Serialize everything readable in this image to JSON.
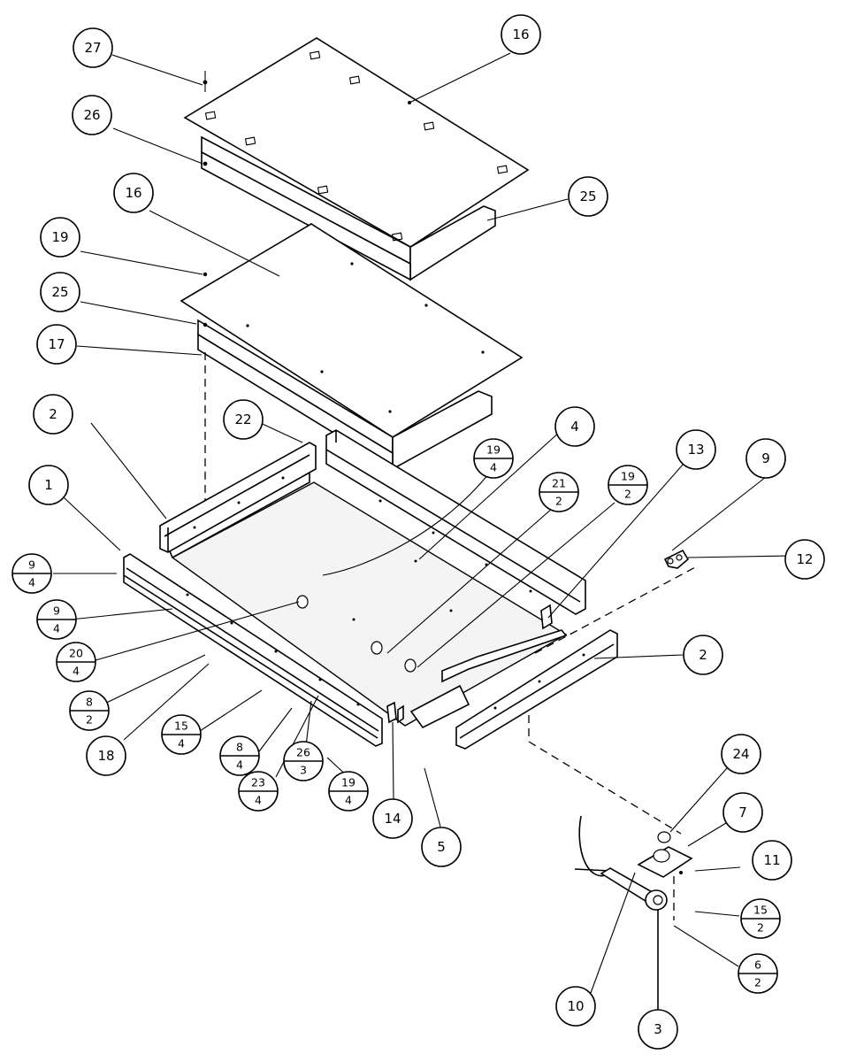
{
  "callouts": [
    {
      "id": "c27",
      "top": "27"
    },
    {
      "id": "c16a",
      "top": "16"
    },
    {
      "id": "c26a",
      "top": "26"
    },
    {
      "id": "c16b",
      "top": "16"
    },
    {
      "id": "c25a",
      "top": "25"
    },
    {
      "id": "c19a",
      "top": "19"
    },
    {
      "id": "c25b",
      "top": "25"
    },
    {
      "id": "c17",
      "top": "17"
    },
    {
      "id": "c2a",
      "top": "2"
    },
    {
      "id": "c22",
      "top": "22"
    },
    {
      "id": "c19b",
      "top": "19",
      "bottom": "4"
    },
    {
      "id": "c4",
      "top": "4"
    },
    {
      "id": "c21",
      "top": "21",
      "bottom": "2"
    },
    {
      "id": "c19c",
      "top": "19",
      "bottom": "2"
    },
    {
      "id": "c13",
      "top": "13"
    },
    {
      "id": "c9a",
      "top": "9"
    },
    {
      "id": "c12",
      "top": "12"
    },
    {
      "id": "c1",
      "top": "1"
    },
    {
      "id": "c9b",
      "top": "9",
      "bottom": "4"
    },
    {
      "id": "c9c",
      "top": "9",
      "bottom": "4"
    },
    {
      "id": "c20",
      "top": "20",
      "bottom": "4"
    },
    {
      "id": "c8a",
      "top": "8",
      "bottom": "2"
    },
    {
      "id": "c18",
      "top": "18"
    },
    {
      "id": "c15a",
      "top": "15",
      "bottom": "4"
    },
    {
      "id": "c8b",
      "top": "8",
      "bottom": "4"
    },
    {
      "id": "c23",
      "top": "23",
      "bottom": "4"
    },
    {
      "id": "c26b",
      "top": "26",
      "bottom": "3"
    },
    {
      "id": "c19d",
      "top": "19",
      "bottom": "4"
    },
    {
      "id": "c14",
      "top": "14"
    },
    {
      "id": "c5",
      "top": "5"
    },
    {
      "id": "c2b",
      "top": "2"
    },
    {
      "id": "c24",
      "top": "24"
    },
    {
      "id": "c7",
      "top": "7"
    },
    {
      "id": "c11",
      "top": "11"
    },
    {
      "id": "c15b",
      "top": "15",
      "bottom": "2"
    },
    {
      "id": "c6",
      "top": "6",
      "bottom": "2"
    },
    {
      "id": "c10",
      "top": "10"
    },
    {
      "id": "c3",
      "top": "3"
    }
  ]
}
